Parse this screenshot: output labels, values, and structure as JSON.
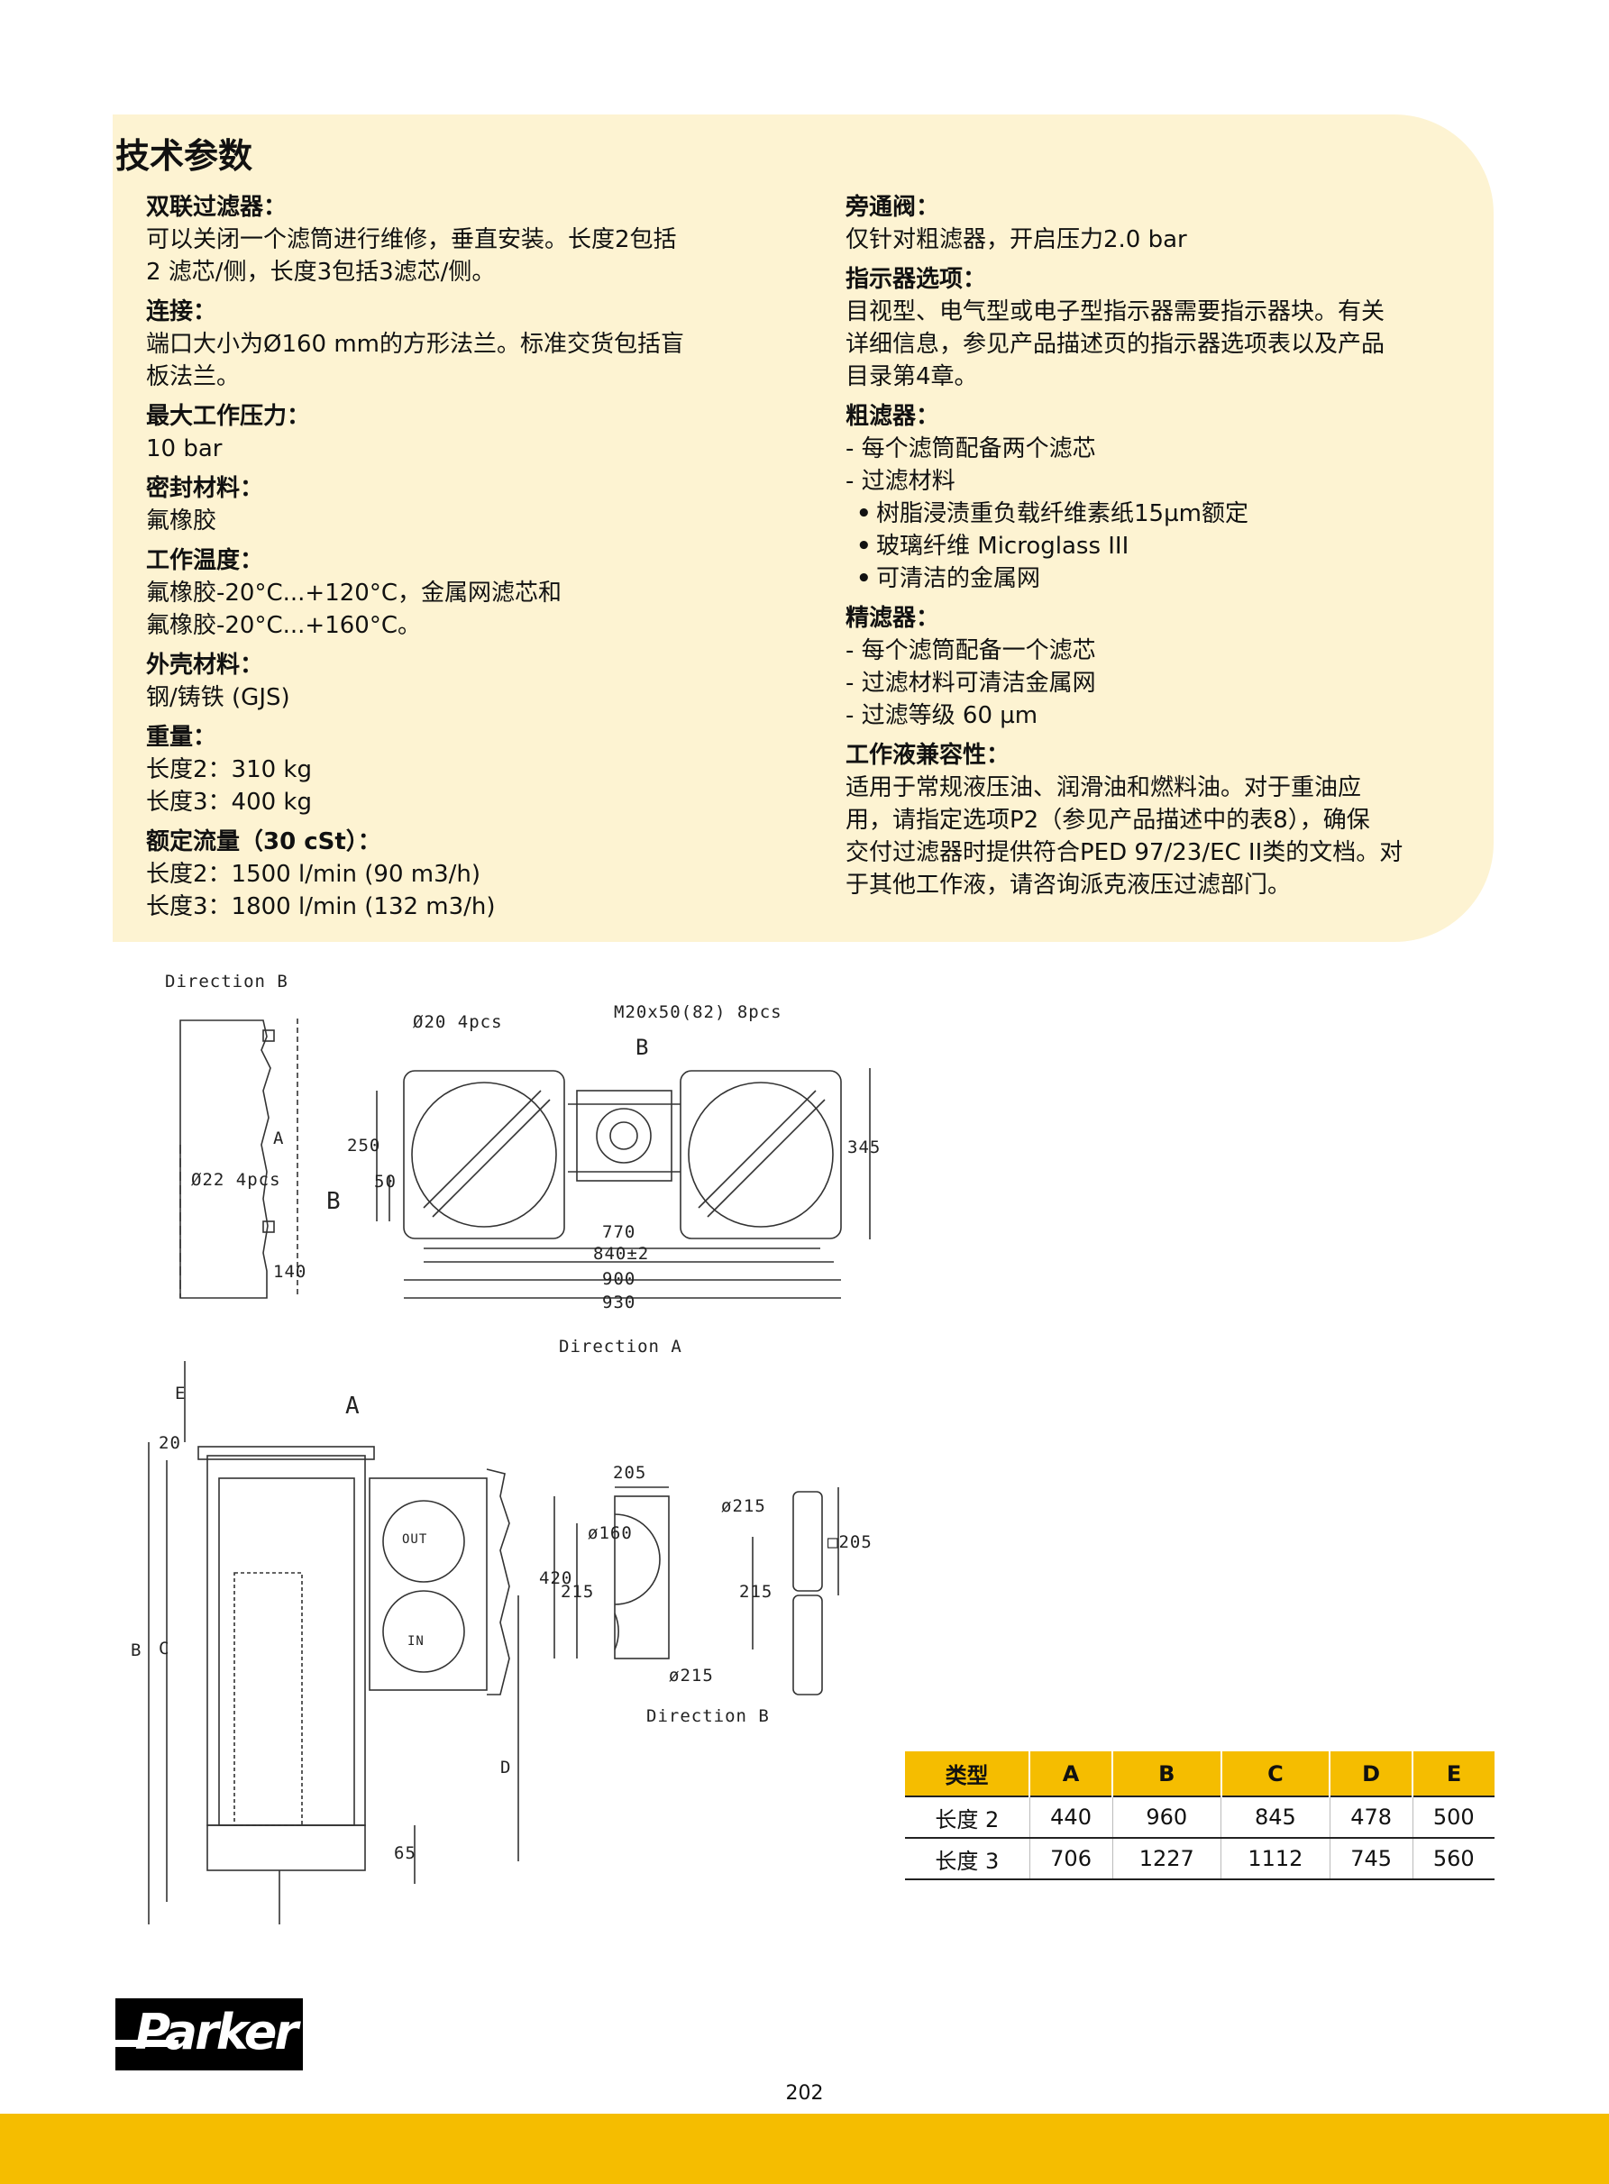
{
  "title": "技术参数",
  "left_sections": [
    {
      "heading": "双联过滤器：",
      "lines": [
        "可以关闭一个滤筒进行维修，垂直安装。长度2包括",
        "2 滤芯/侧，长度3包括3滤芯/侧。"
      ]
    },
    {
      "heading": "连接：",
      "lines": [
        "端口大小为Ø160 mm的方形法兰。标准交货包括盲",
        "板法兰。"
      ]
    },
    {
      "heading": "最大工作压力：",
      "lines": [
        "10 bar"
      ]
    },
    {
      "heading": "密封材料：",
      "lines": [
        "氟橡胶"
      ]
    },
    {
      "heading": "工作温度：",
      "lines": [
        "氟橡胶-20°C...+120°C，金属网滤芯和",
        "氟橡胶-20°C...+160°C。"
      ]
    },
    {
      "heading": "外壳材料：",
      "lines": [
        "钢/铸铁 (GJS)"
      ]
    },
    {
      "heading": "重量：",
      "lines": [
        "长度2：310 kg",
        "长度3：400 kg"
      ]
    },
    {
      "heading": "额定流量（30 cSt）：",
      "lines": [
        "长度2：1500 l/min (90 m3/h)",
        "长度3：1800 l/min (132 m3/h)"
      ]
    }
  ],
  "right_sections": {
    "bypass": {
      "heading": "旁通阀：",
      "text": "仅针对粗滤器，开启压力2.0 bar"
    },
    "indicator": {
      "heading": "指示器选项：",
      "lines": [
        "目视型、电气型或电子型指示器需要指示器块。有关",
        "详细信息，参见产品描述页的指示器选项表以及产品",
        "目录第4章。"
      ]
    },
    "coarse": {
      "heading": "粗滤器：",
      "dash1": "每个滤筒配备两个滤芯",
      "dash2": "过滤材料",
      "bullets": [
        "树脂浸渍重负载纤维素纸15µm额定",
        "玻璃纤维 Microglass III",
        "可清洁的金属网"
      ]
    },
    "fine": {
      "heading": "精滤器：",
      "dashes": [
        "每个滤筒配备一个滤芯",
        "过滤材料可清洁金属网",
        "过滤等级 60 µm"
      ]
    },
    "fluid": {
      "heading": "工作液兼容性：",
      "lines": [
        "适用于常规液压油、润滑油和燃料油。对于重油应",
        "用，请指定选项P2（参见产品描述中的表8），确保",
        "交付过滤器时提供符合PED 97/23/EC II类的文档。对",
        "于其他工作液，请咨询派克液压过滤部门。"
      ]
    }
  },
  "drawing_labels": {
    "direction_b_top": "Direction B",
    "holes": "Ø20 4pcs",
    "bolts": "M20x50(82) 8pcs",
    "b": "B",
    "a": "A",
    "d250": "250",
    "d50": "50",
    "d345": "345",
    "d770": "770",
    "d840": "840±2",
    "d900": "900",
    "d930": "930",
    "d22": "Ø22 4pcs",
    "d140": "140",
    "direction_a": "Direction A",
    "e": "E",
    "d20": "20",
    "c": "C",
    "d": "D",
    "d65": "65",
    "out": "OUT",
    "in": "IN",
    "d205": "205",
    "d160": "ø160",
    "d420": "420",
    "d215": "215",
    "d215b": "215",
    "dia215": "ø215",
    "dia215b": "ø215",
    "sq205": "□205",
    "direction_b_bottom": "Direction B"
  },
  "table": {
    "headers": [
      "类型",
      "A",
      "B",
      "C",
      "D",
      "E"
    ],
    "rows": [
      [
        "长度 2",
        "440",
        "960",
        "845",
        "478",
        "500"
      ],
      [
        "长度 3",
        "706",
        "1227",
        "1112",
        "745",
        "560"
      ]
    ]
  },
  "logo": "Parker",
  "page_number": "202",
  "colors": {
    "accent": "#f5bd00",
    "panel": "#fdf3d2"
  }
}
